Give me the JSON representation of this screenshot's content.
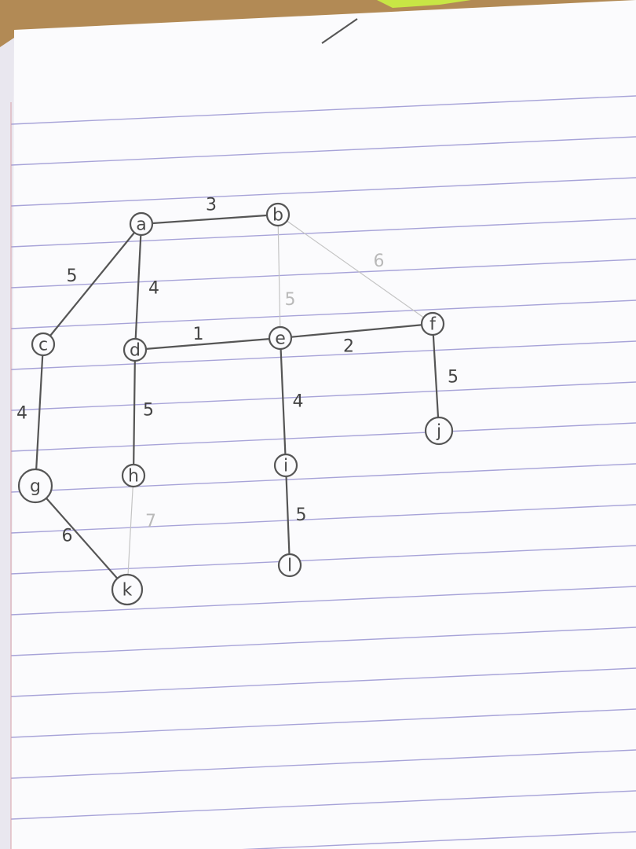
{
  "graph": {
    "nodes": [
      {
        "id": "a",
        "label": "a"
      },
      {
        "id": "b",
        "label": "b"
      },
      {
        "id": "c",
        "label": "c"
      },
      {
        "id": "d",
        "label": "d"
      },
      {
        "id": "e",
        "label": "e"
      },
      {
        "id": "f",
        "label": "f"
      },
      {
        "id": "g",
        "label": "g"
      },
      {
        "id": "h",
        "label": "h"
      },
      {
        "id": "i",
        "label": "i"
      },
      {
        "id": "j",
        "label": "j"
      },
      {
        "id": "k",
        "label": "k"
      },
      {
        "id": "l",
        "label": "l"
      }
    ],
    "edges": [
      {
        "from": "a",
        "to": "b",
        "weight": "3",
        "faint": false
      },
      {
        "from": "a",
        "to": "c",
        "weight": "5",
        "faint": false
      },
      {
        "from": "a",
        "to": "d",
        "weight": "4",
        "faint": false
      },
      {
        "from": "b",
        "to": "e",
        "weight": "5",
        "faint": true
      },
      {
        "from": "b",
        "to": "f",
        "weight": "6",
        "faint": true
      },
      {
        "from": "d",
        "to": "e",
        "weight": "1",
        "faint": false
      },
      {
        "from": "e",
        "to": "f",
        "weight": "2",
        "faint": false
      },
      {
        "from": "c",
        "to": "g",
        "weight": "4",
        "faint": false
      },
      {
        "from": "d",
        "to": "h",
        "weight": "5",
        "faint": false
      },
      {
        "from": "e",
        "to": "i",
        "weight": "4",
        "faint": false
      },
      {
        "from": "f",
        "to": "j",
        "weight": "5",
        "faint": false
      },
      {
        "from": "g",
        "to": "k",
        "weight": "6",
        "faint": false
      },
      {
        "from": "i",
        "to": "l",
        "weight": "5",
        "faint": false
      },
      {
        "from": "h",
        "to": "k",
        "weight": "7",
        "faint": true
      }
    ]
  },
  "colors": {
    "desk": "#b28a55",
    "paper": "#fbfbfd",
    "rule_line": "#a7a3d8",
    "margin_line": "#d9a0a8",
    "pencil": "#555555",
    "faint_pencil": "#c4c4c4"
  }
}
